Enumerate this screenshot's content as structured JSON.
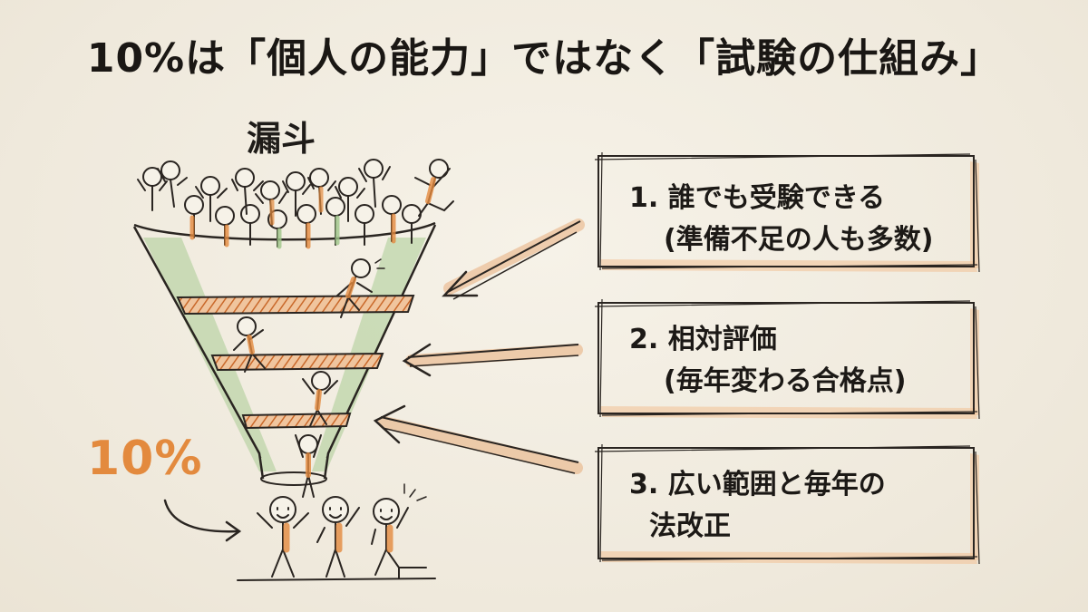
{
  "title": "10%は「個人の能力」ではなく「試験の仕組み」",
  "funnel": {
    "label": "漏斗",
    "result_label": "10%"
  },
  "reasons": [
    {
      "line1": "1. 誰でも受験できる",
      "line2": "(準備不足の人も多数)"
    },
    {
      "line1": "2. 相対評価",
      "line2": "(毎年変わる合格点)"
    },
    {
      "line1": "3. 広い範囲と毎年の",
      "line2": "法改正"
    }
  ],
  "colors": {
    "background": "#f3eee2",
    "accent_orange": "#e38a3e",
    "accent_green": "#9fc58a",
    "ink": "#1f1c19"
  },
  "icons": [
    "funnel-icon",
    "crowd-icon",
    "arrow-icon",
    "celebrating-people-icon"
  ]
}
